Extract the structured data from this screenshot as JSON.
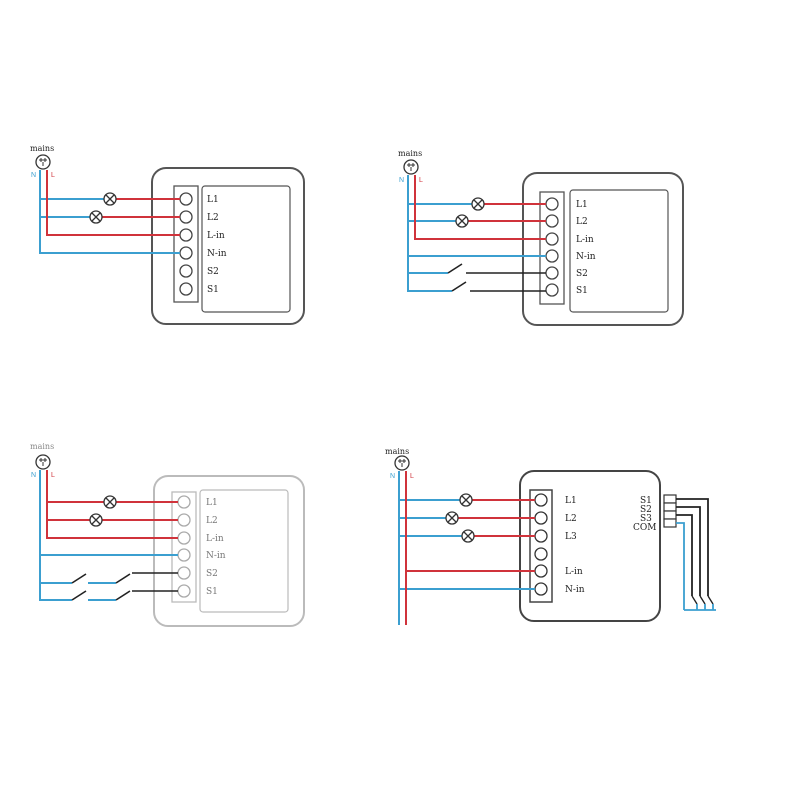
{
  "colors": {
    "live": "#d0333b",
    "neutral": "#3b9fd0",
    "switch": "#222222",
    "module_stroke": "#555555",
    "module_stroke_faded": "#bbbbbb"
  },
  "icons": {
    "plug": "plug-icon",
    "lamp": "lamp-icon",
    "terminal": "terminal-screw-icon",
    "switch": "switch-icon"
  },
  "diagrams": [
    {
      "id": "d1",
      "mains_label": "mains",
      "n_label": "N",
      "l_label": "L",
      "terminals": [
        "L1",
        "L2",
        "L-in",
        "N-in",
        "S2",
        "S1"
      ]
    },
    {
      "id": "d2",
      "mains_label": "mains",
      "n_label": "N",
      "l_label": "L",
      "terminals": [
        "L1",
        "L2",
        "L-in",
        "N-in",
        "S2",
        "S1"
      ]
    },
    {
      "id": "d3",
      "mains_label": "mains",
      "n_label": "N",
      "l_label": "L",
      "terminals": [
        "L1",
        "L2",
        "L-in",
        "N-in",
        "S2",
        "S1"
      ]
    },
    {
      "id": "d4",
      "mains_label": "mains",
      "n_label": "N",
      "l_label": "L",
      "terminals": [
        "L1",
        "L2",
        "L3",
        "L-in",
        "N-in"
      ],
      "switch_terminals": [
        "S1",
        "S2",
        "S3",
        "COM"
      ]
    }
  ]
}
